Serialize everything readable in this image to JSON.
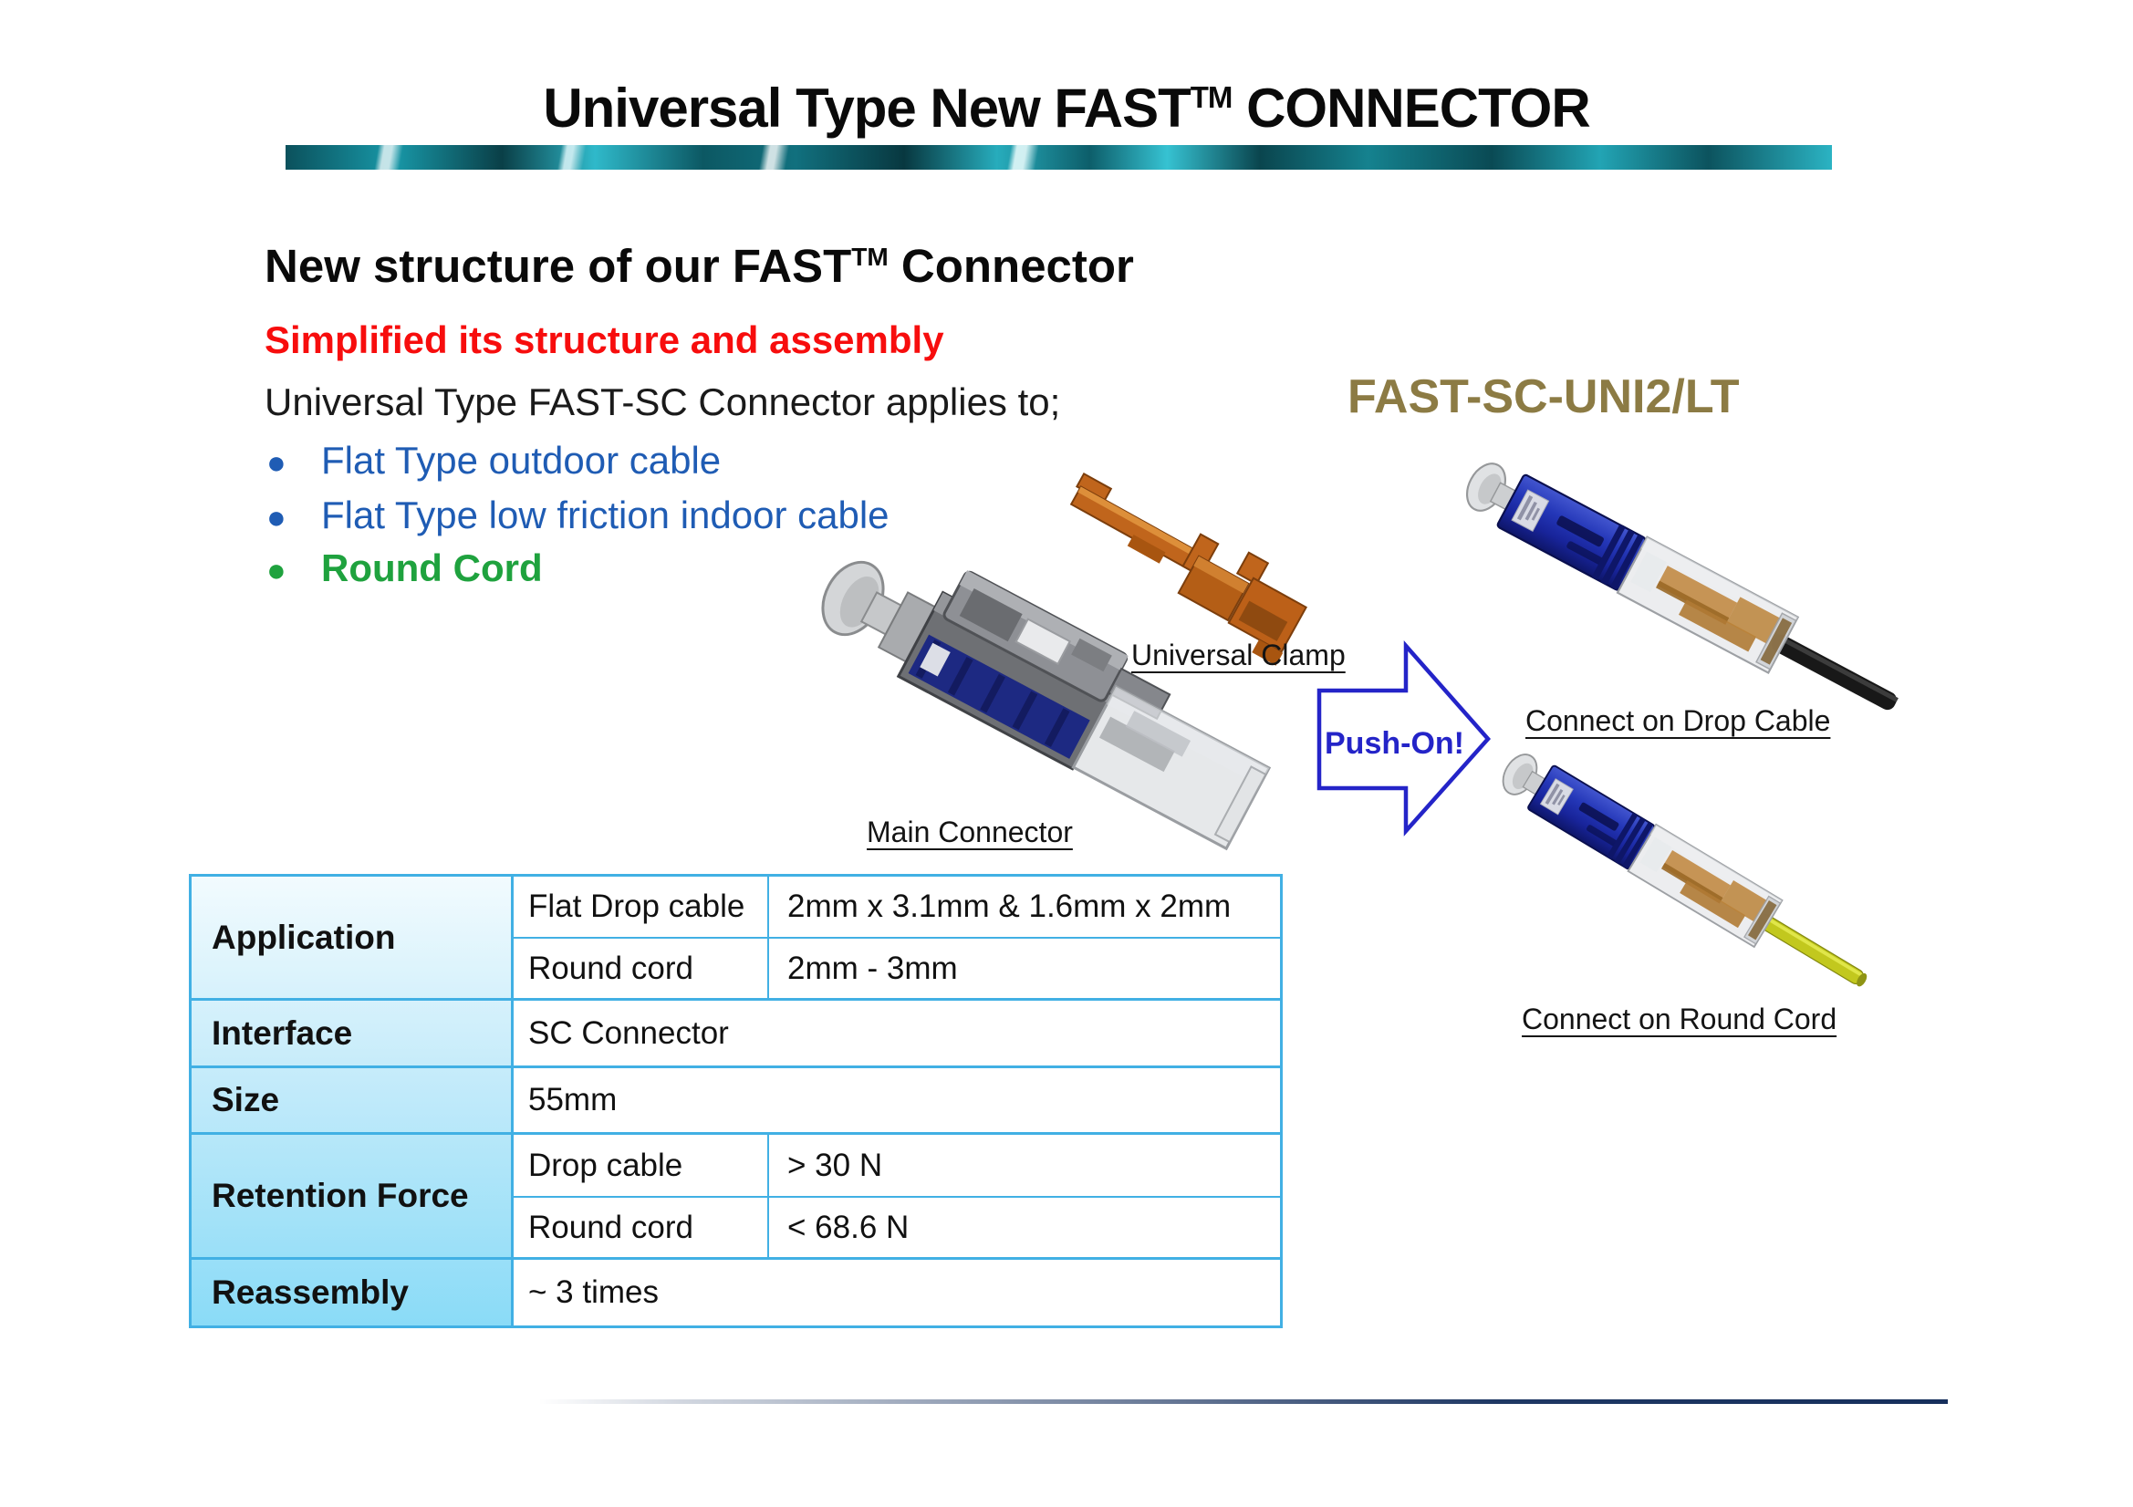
{
  "title": {
    "text_pre": "Universal Type New FAST",
    "tm": "TM",
    "text_post": " CONNECTOR"
  },
  "heading": {
    "text_pre": "New structure of our FAST",
    "tm": "TM",
    "text_post": " Connector"
  },
  "subheading_red": "Simplified its structure and assembly",
  "intro": "Universal Type FAST-SC Connector applies to;",
  "bullets": [
    {
      "label": "Flat Type outdoor cable",
      "color": "#1F5CB4",
      "bold": false
    },
    {
      "label": "Flat Type low friction indoor cable",
      "color": "#1F5CB4",
      "bold": false
    },
    {
      "label": "Round Cord",
      "color": "#1FA23E",
      "bold": true
    }
  ],
  "product_name": "FAST-SC-UNI2/LT",
  "diagram": {
    "universal_clamp_label": "Universal Clamp",
    "main_connector_label": "Main Connector",
    "push_on_label": "Push-On!",
    "connect_drop_label": "Connect on Drop Cable",
    "connect_round_label": "Connect on Round Cord"
  },
  "table": {
    "application": {
      "label": "Application",
      "sub": [
        {
          "key": "Flat Drop cable",
          "value": "2mm x 3.1mm & 1.6mm x 2mm"
        },
        {
          "key": "Round cord",
          "value": "2mm - 3mm"
        }
      ]
    },
    "interface": {
      "label": "Interface",
      "value": "SC Connector"
    },
    "size": {
      "label": "Size",
      "value": "55mm"
    },
    "retention_force": {
      "label": "Retention Force",
      "sub": [
        {
          "key": "Drop cable",
          "value": "> 30 N"
        },
        {
          "key": "Round cord",
          "value": "< 68.6 N"
        }
      ]
    },
    "reassembly": {
      "label": "Reassembly",
      "value": "~ 3 times"
    }
  },
  "colors": {
    "table_border": "#41B0E4",
    "table_header_top": "#F2FBFE",
    "table_header_bottom": "#8ADBF7",
    "bullet_blue": "#1F5CB4",
    "bullet_green": "#1FA23E",
    "subtitle_red": "#F70D0D",
    "product_olive": "#8C7B44",
    "push_on_blue": "#2424C8",
    "footer_navy": "#1F3864",
    "clamp_orange": "#C0651C",
    "connector_blue": "#2335B5"
  }
}
